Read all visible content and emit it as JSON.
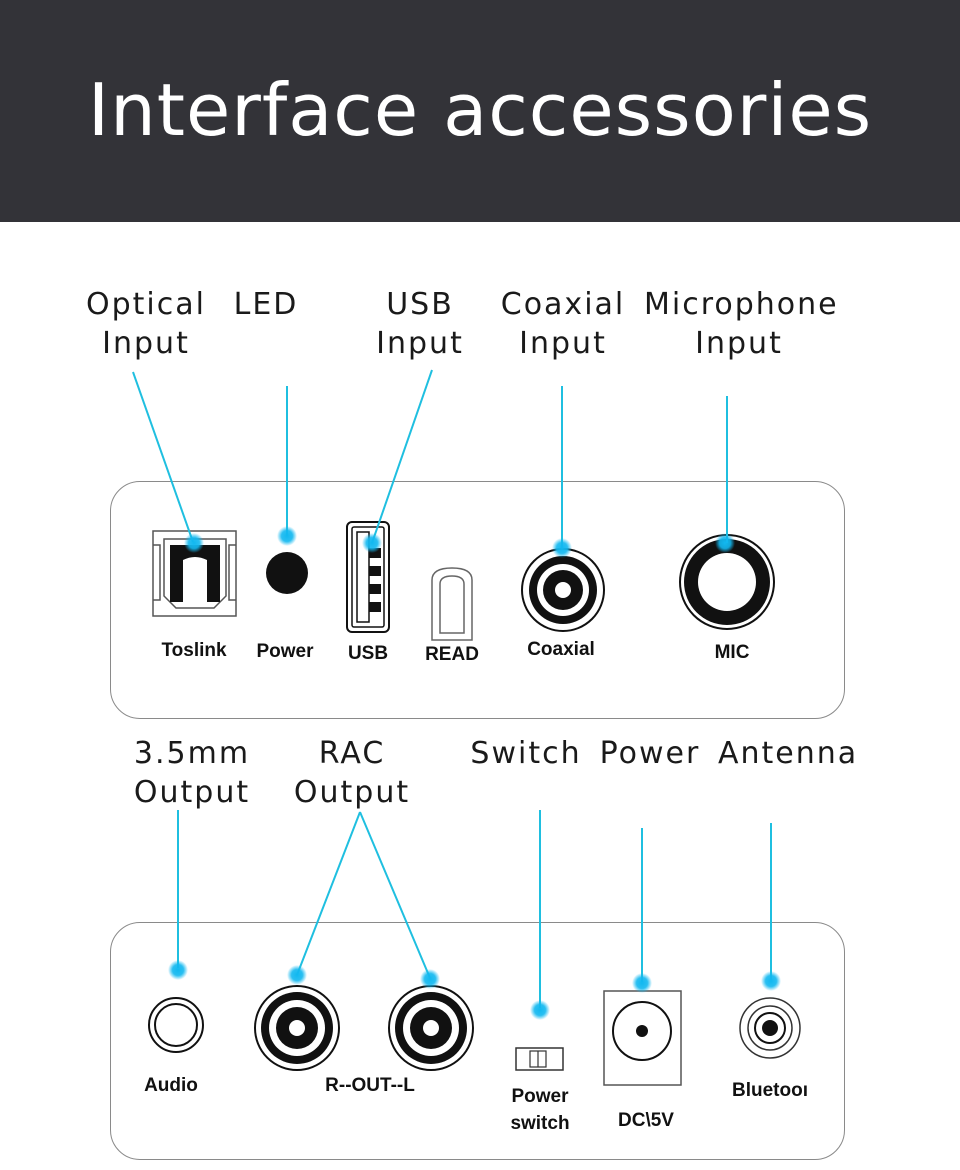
{
  "header": {
    "title": "Interface accessories"
  },
  "top_callouts": [
    {
      "id": "optical",
      "line1": "Optical",
      "line2": "Input"
    },
    {
      "id": "led",
      "line1": "LED",
      "line2": ""
    },
    {
      "id": "usb",
      "line1": "USB",
      "line2": "Input"
    },
    {
      "id": "coaxial",
      "line1": "Coaxial",
      "line2": "Input"
    },
    {
      "id": "microphone",
      "line1": "Microphone",
      "line2": "Input"
    }
  ],
  "top_panel_labels": {
    "toslink": "Toslink",
    "power": "Power",
    "usb": "USB",
    "read": "READ",
    "coaxial": "Coaxial",
    "mic": "MIC"
  },
  "bottom_callouts": [
    {
      "id": "output35",
      "line1": "3.5mm",
      "line2": "Output"
    },
    {
      "id": "rac",
      "line1": "RAC",
      "line2": "Output"
    },
    {
      "id": "switch",
      "line1": "Switch",
      "line2": ""
    },
    {
      "id": "power",
      "line1": "Power",
      "line2": ""
    },
    {
      "id": "antenna",
      "line1": "Antenna",
      "line2": ""
    }
  ],
  "bottom_panel_labels": {
    "audio": "Audio",
    "rout_l": "R--OUT--L",
    "power_switch_1": "Power",
    "power_switch_2": "switch",
    "dc": "DC\\5V",
    "bluetooth": "Bluetooı"
  },
  "colors": {
    "header_bg": "#333338",
    "accent": "#1fbfe0",
    "dot": "#12b8f0"
  }
}
